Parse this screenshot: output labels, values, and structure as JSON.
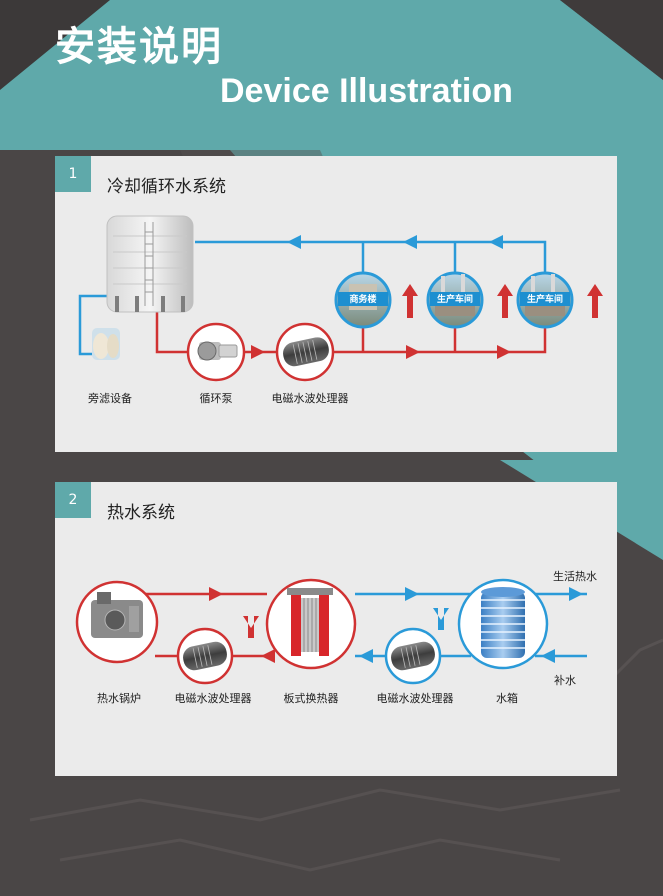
{
  "header": {
    "title_cn": "安装说明",
    "title_en": "Device Illustration"
  },
  "colors": {
    "accent": "#5fa9aa",
    "flow_blue": "#2a9ad8",
    "flow_red": "#d03232",
    "panel_bg": "#ebebeb"
  },
  "section1": {
    "number": "1",
    "title": "冷却循环水系统",
    "labels": {
      "side_filter": "旁滤设备",
      "pump": "循环泵",
      "treater": "电磁水波处理器"
    },
    "buildings": [
      "商务楼",
      "生产车间",
      "生产车间"
    ]
  },
  "section2": {
    "number": "2",
    "title": "热水系统",
    "labels": {
      "boiler": "热水锅炉",
      "treater_left": "电磁水波处理器",
      "exchanger": "板式换热器",
      "treater_right": "电磁水波处理器",
      "tank": "水箱"
    },
    "hot_water_out": "生活热水",
    "makeup_water": "补水"
  }
}
